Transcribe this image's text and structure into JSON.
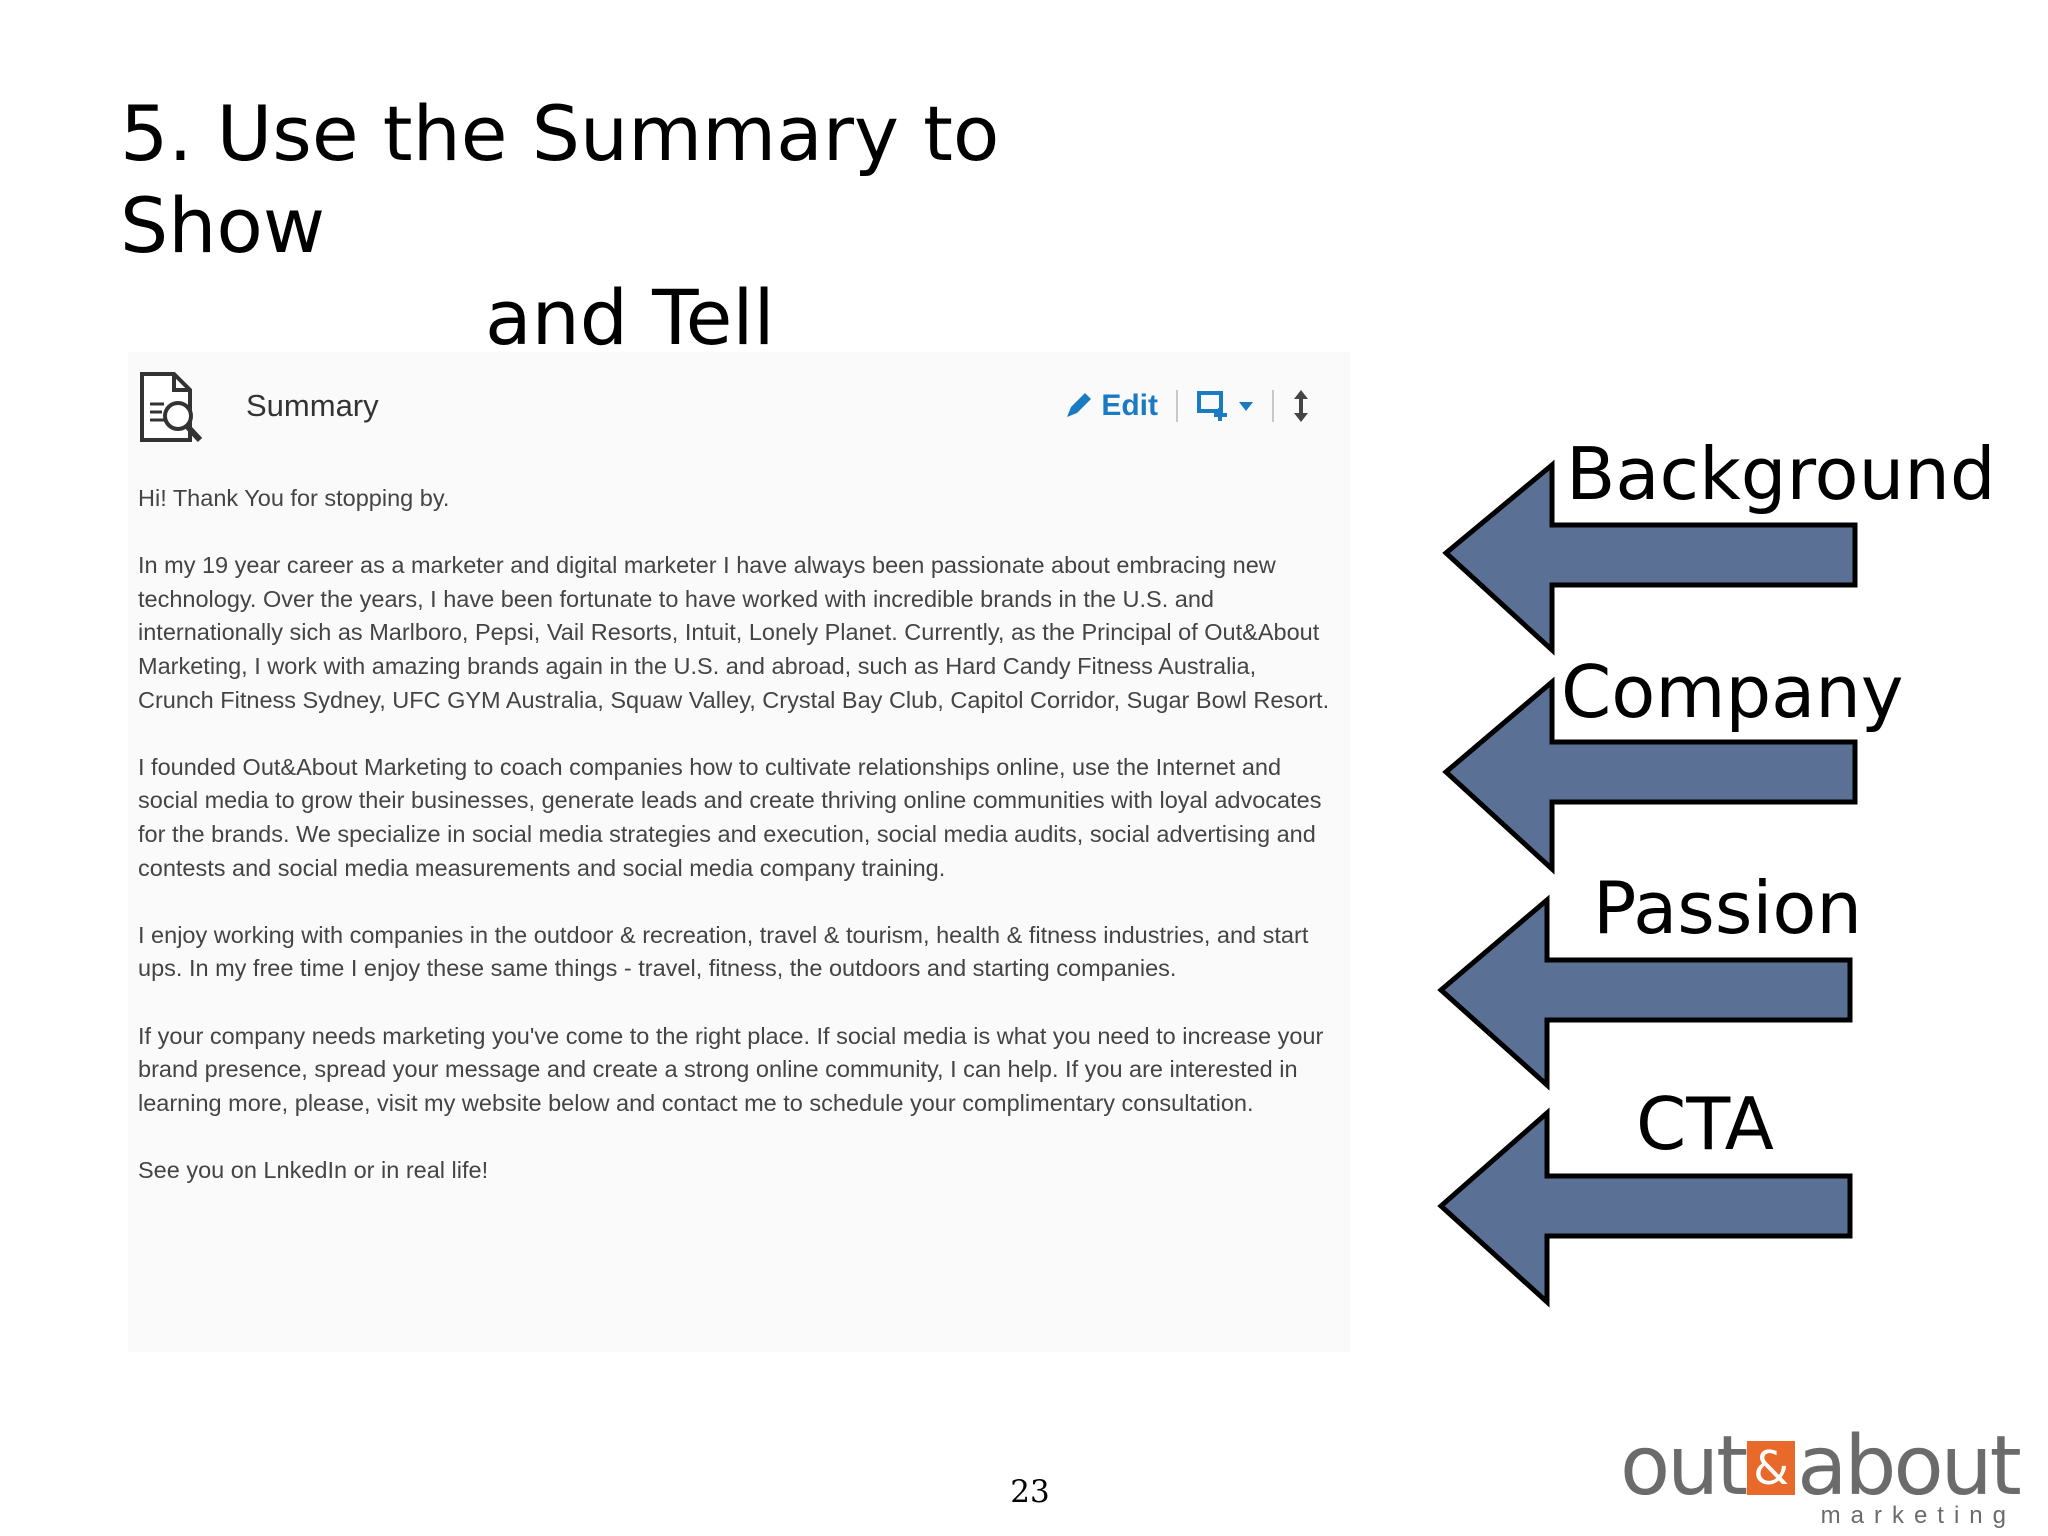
{
  "slide": {
    "title_line1": "5. Use the Summary to Show",
    "title_line2": "and Tell",
    "page_number": "23"
  },
  "summary": {
    "heading": "Summary",
    "edit_label": "Edit",
    "icons": [
      "document-search-icon",
      "pencil-icon",
      "add-media-icon",
      "caret-down-icon",
      "reorder-icon"
    ],
    "paragraphs": [
      "Hi! Thank You for stopping by.",
      "In my 19 year career as a marketer and digital marketer I have always been passionate about embracing new technology. Over the years, I have been fortunate to have worked with incredible brands in the U.S. and internationally sich as Marlboro, Pepsi, Vail Resorts, Intuit, Lonely Planet. Currently, as the Principal of Out&About Marketing, I work with amazing brands again in the U.S. and abroad, such as Hard Candy Fitness Australia, Crunch Fitness Sydney, UFC GYM Australia, Squaw Valley, Crystal Bay Club, Capitol Corridor, Sugar Bowl Resort.",
      "I founded Out&About Marketing to coach companies how to cultivate relationships online, use the Internet and social media to grow their businesses, generate leads and create thriving online communities with loyal advocates for the brands. We specialize in social media strategies and execution, social media audits, social advertising and contests and social media measurements and social media company training.",
      "I enjoy working with companies in the outdoor & recreation, travel & tourism, health & fitness industries, and start ups. In my free time I enjoy these same things - travel, fitness, the outdoors and starting companies.",
      "If your company needs marketing you've come to the right place. If social media is what you need to increase your brand presence, spread your message and create a strong online community, I can help. If you are interested in learning more, please, visit my website below and contact me to schedule your complimentary consultation.",
      "See you on LnkedIn or in real life!"
    ]
  },
  "arrows": [
    {
      "label": "Background"
    },
    {
      "label": "Company"
    },
    {
      "label": "Passion"
    },
    {
      "label": "CTA"
    }
  ],
  "logo": {
    "main_left": "out",
    "amp": "&",
    "main_right": "about",
    "sub": "marketing"
  },
  "colors": {
    "arrow_fill": "#5a7195",
    "arrow_stroke": "#000000",
    "link_blue": "#1a7bc2",
    "logo_gray": "#6b6b6b",
    "logo_orange": "#e8692a"
  }
}
